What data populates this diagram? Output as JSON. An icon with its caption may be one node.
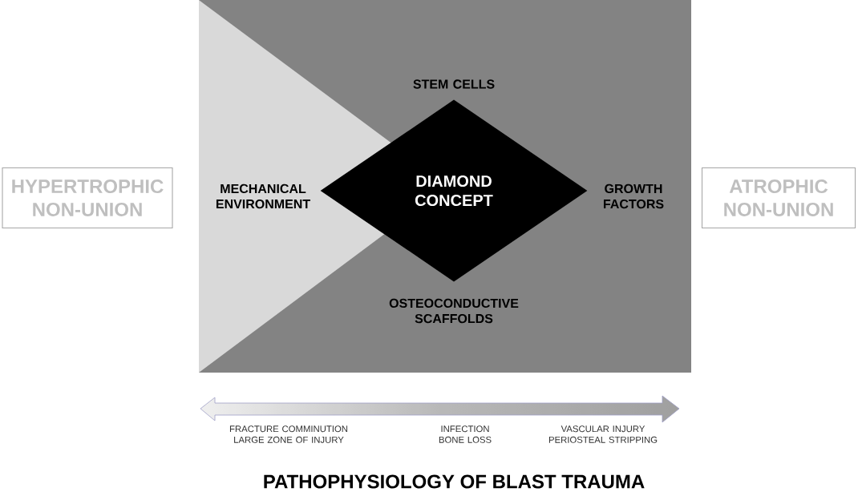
{
  "diagram": {
    "title": "PATHOPHYSIOLOGY OF BLAST TRAUMA",
    "nodes": [
      {
        "text": [
          "HYPERTROPHIC NON-UNION"
        ]
      },
      {
        "text": [
          "DIAMOND CONCEPT"
        ]
      },
      {
        "text": [
          "ATROPHIC NON-UNION"
        ]
      }
    ],
    "labels": [
      "STEM CELLS",
      "MECHANICAL ENVIRONMENT",
      "GROWTH FACTORS",
      "OSTEOCONDUCTIVE SCAFFOLDS",
      "FRACTURE COMMINUTION LARGE ZONE OF INJURY",
      "INFECTION BONE LOSS",
      "VASCULAR INJURY PERIOSTEAL STRIPPING"
    ]
  }
}
